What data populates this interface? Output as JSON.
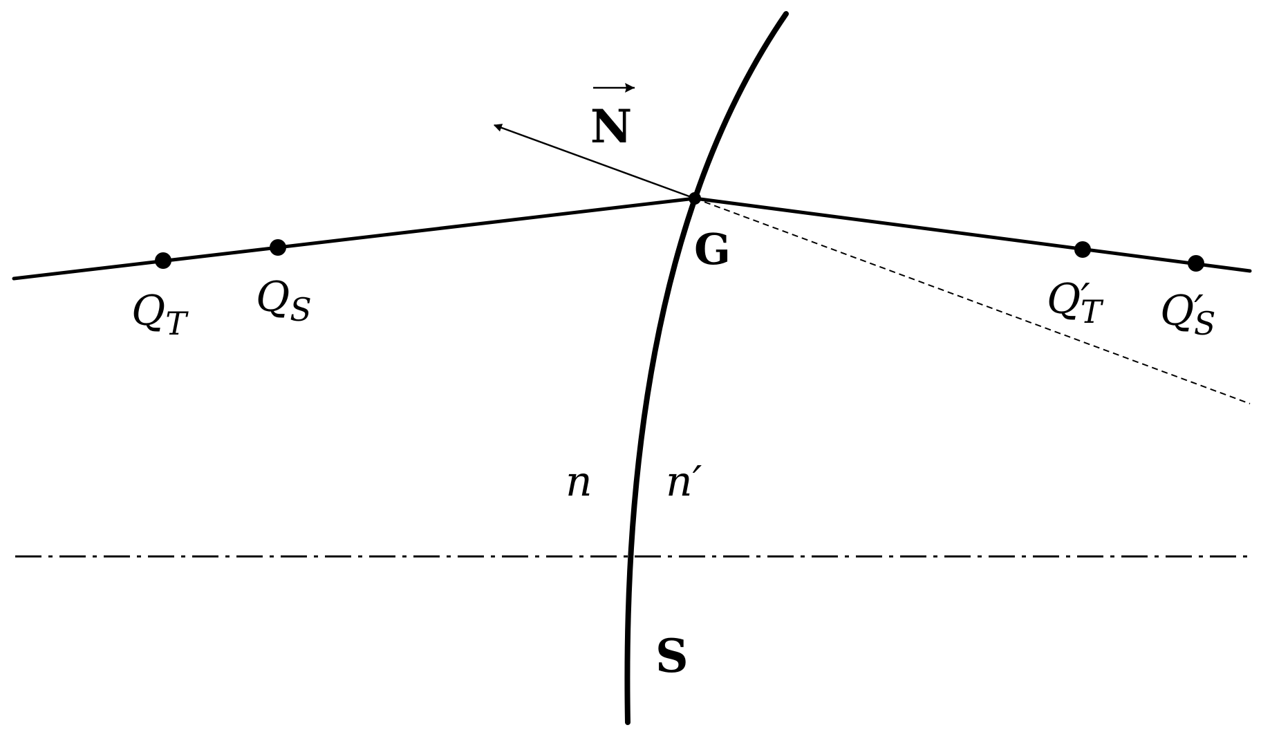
{
  "colors": {
    "ink": "#000000",
    "background": "#ffffff"
  },
  "labels": {
    "normal_vector": "N",
    "vertex": "G",
    "surface": "S",
    "index_left": "n",
    "index_right": "n′",
    "q_t": "Q",
    "q_t_sub": "T",
    "q_s": "Q",
    "q_s_sub": "S",
    "q_t_prime": "Q′",
    "q_t_prime_sub": "T",
    "q_s_prime": "Q′",
    "q_s_prime_sub": "S"
  }
}
